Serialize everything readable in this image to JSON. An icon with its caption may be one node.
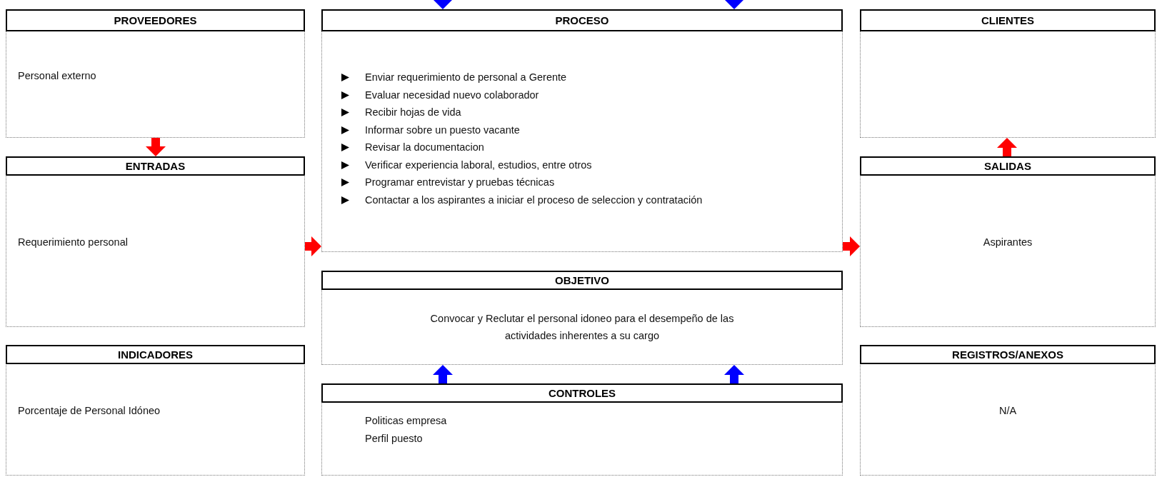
{
  "diagram": {
    "nodes": [
      {
        "text": [
          "PROVEEDORES",
          "Personal externo"
        ]
      },
      {
        "text": [
          "PROCESO",
          "Enviar requerimiento de personal a Gerente",
          "Evaluar necesidad nuevo colaborador",
          "Recibir hojas de vida",
          "Informar sobre un puesto vacante",
          "Revisar la documentacion",
          "Verificar experiencia laboral, estudios, entre otros",
          "Programar entrevistar y pruebas técnicas",
          "Contactar a los aspirantes a iniciar el proceso de seleccion y contratación"
        ]
      },
      {
        "text": [
          "CLIENTES"
        ]
      },
      {
        "text": [
          "ENTRADAS",
          "Requerimiento personal"
        ]
      },
      {
        "text": [
          "SALIDAS",
          "Aspirantes"
        ]
      },
      {
        "text": [
          "OBJETIVO",
          "Convocar y Reclutar el personal idoneo para el desempeño de las actividades inherentes a su cargo"
        ]
      },
      {
        "text": [
          "INDICADORES",
          "Porcentaje de Personal Idóneo"
        ]
      },
      {
        "text": [
          "CONTROLES",
          "Politicas empresa",
          "Perfil puesto"
        ]
      },
      {
        "text": [
          "REGISTROS/ANEXOS",
          "N/A"
        ]
      }
    ],
    "edges": [
      {
        "from": null,
        "to": 1,
        "arrow": "to",
        "color": "#0000ff"
      },
      {
        "from": null,
        "to": 1,
        "arrow": "to",
        "color": "#0000ff"
      },
      {
        "from": 0,
        "to": 3,
        "arrow": "to",
        "color": "#ff0000"
      },
      {
        "from": 4,
        "to": 2,
        "arrow": "to",
        "color": "#ff0000"
      },
      {
        "from": 3,
        "to": 1,
        "arrow": "to",
        "color": "#ff0000"
      },
      {
        "from": 1,
        "to": 4,
        "arrow": "to",
        "color": "#ff0000"
      },
      {
        "from": 7,
        "to": 5,
        "arrow": "to",
        "color": "#0000ff"
      },
      {
        "from": 7,
        "to": 5,
        "arrow": "to",
        "color": "#0000ff"
      }
    ]
  }
}
